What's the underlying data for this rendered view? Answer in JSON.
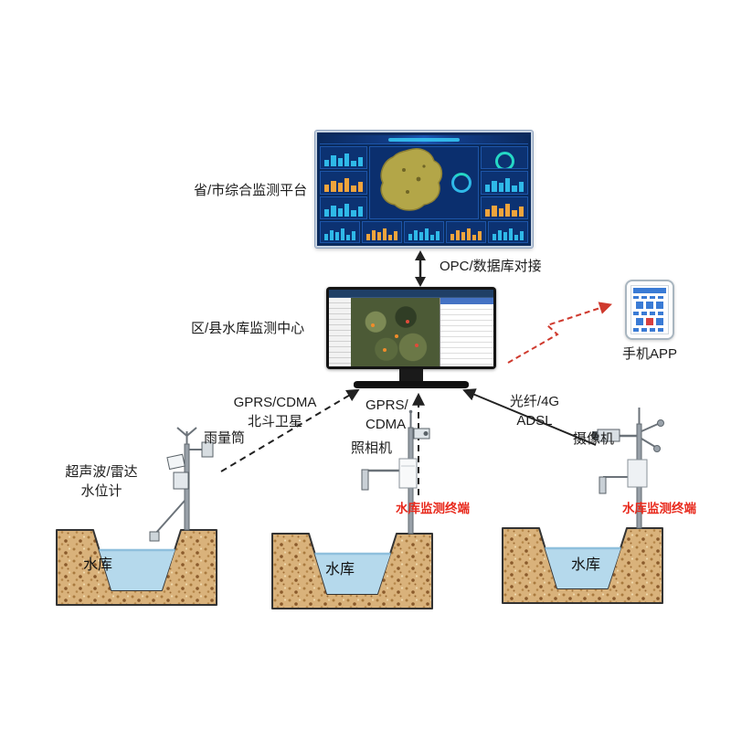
{
  "labels": {
    "platform": "省/市综合监测平台",
    "opc": "OPC/数据库对接",
    "center": "区/县水库监测中心",
    "phone_app": "手机APP",
    "uplink_left_1": "GPRS/CDMA",
    "uplink_left_2": "北斗卫星",
    "uplink_mid_1": "GPRS/",
    "uplink_mid_2": "CDMA",
    "uplink_right_1": "光纤/4G",
    "uplink_right_2": "ADSL",
    "rain_gauge": "雨量筒",
    "level_gauge_1": "超声波/雷达",
    "level_gauge_2": "水位计",
    "camera": "照相机",
    "video_camera": "摄像机",
    "terminal": "水库监测终端",
    "reservoir": "水库"
  },
  "colors": {
    "terminal_red": "#e8291c",
    "link_red": "#cf3a2e",
    "water": "#b5d9ec",
    "earth": "#d9b27b",
    "dashboard_bg": "#0a2a5c",
    "accent_cyan": "#2fb9e8"
  }
}
